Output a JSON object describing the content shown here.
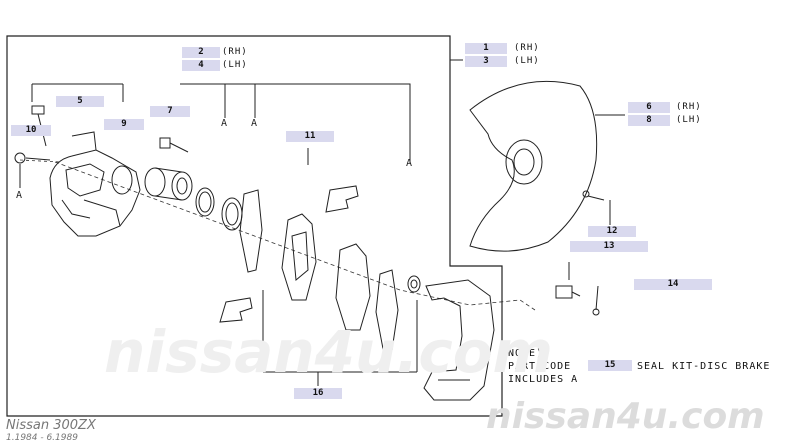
{
  "callouts": {
    "c1": {
      "num": "1",
      "side": "(RH)"
    },
    "c3": {
      "num": "3",
      "side": "(LH)"
    },
    "c2": {
      "num": "2",
      "side": "(RH)"
    },
    "c4": {
      "num": "4",
      "side": "(LH)"
    },
    "c5": {
      "num": "5"
    },
    "c6": {
      "num": "6",
      "side": "(RH)"
    },
    "c8": {
      "num": "8",
      "side": "(LH)"
    },
    "c7": {
      "num": "7"
    },
    "c9": {
      "num": "9"
    },
    "c10": {
      "num": "10"
    },
    "c11": {
      "num": "11"
    },
    "c12": {
      "num": "12"
    },
    "c13": {
      "num": "13"
    },
    "c14": {
      "num": "14"
    },
    "c15": {
      "num": "15"
    },
    "c16": {
      "num": "16"
    }
  },
  "refs": {
    "a": "A"
  },
  "note": {
    "line1": "NOTE)",
    "line2": "PART CODE",
    "line3": "INCLUDES A",
    "part": "SEAL KIT-DISC BRAKE"
  },
  "watermark": {
    "main": "nissan4u.com",
    "faint": "nissan4u.com"
  },
  "footer": {
    "model": "Nissan 300ZX",
    "dates": "1.1984 - 6.1989"
  }
}
